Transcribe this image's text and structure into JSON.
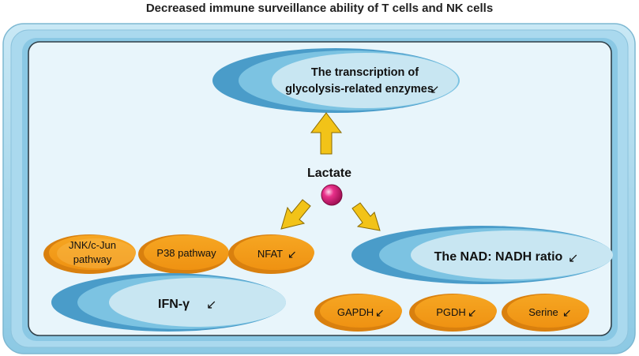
{
  "title": "Decreased immune surveillance ability of T cells and NK cells",
  "center": {
    "label": "Lactate"
  },
  "top_node": {
    "line1": "The transcription of",
    "line2": "glycolysis-related enzymes",
    "arrow": "↙"
  },
  "left_pills": [
    {
      "line1": "JNK/c-Jun",
      "line2": "pathway"
    },
    {
      "line1": "P38 pathway",
      "line2": ""
    },
    {
      "line1": "NFAT",
      "arrow": "↙"
    }
  ],
  "ifn_node": {
    "label": "IFN-γ",
    "arrow": "↙"
  },
  "nad_node": {
    "label": "The NAD: NADH ratio",
    "arrow": "↙"
  },
  "right_pills": [
    {
      "label": "GAPDH",
      "arrow": "↙"
    },
    {
      "label": "PGDH",
      "arrow": "↙"
    },
    {
      "label": "Serine",
      "arrow": "↙"
    }
  ],
  "colors": {
    "frame_outer": "#9fd3ea",
    "frame_inner": "#e6f4fa",
    "pill_orange": "#f5a21c",
    "pill_light": "#fcd27a",
    "blue_dark": "#4a9cc9",
    "blue_light": "#bfe0ef",
    "arrow": "#f2c318",
    "lactate": "#e0247a"
  }
}
